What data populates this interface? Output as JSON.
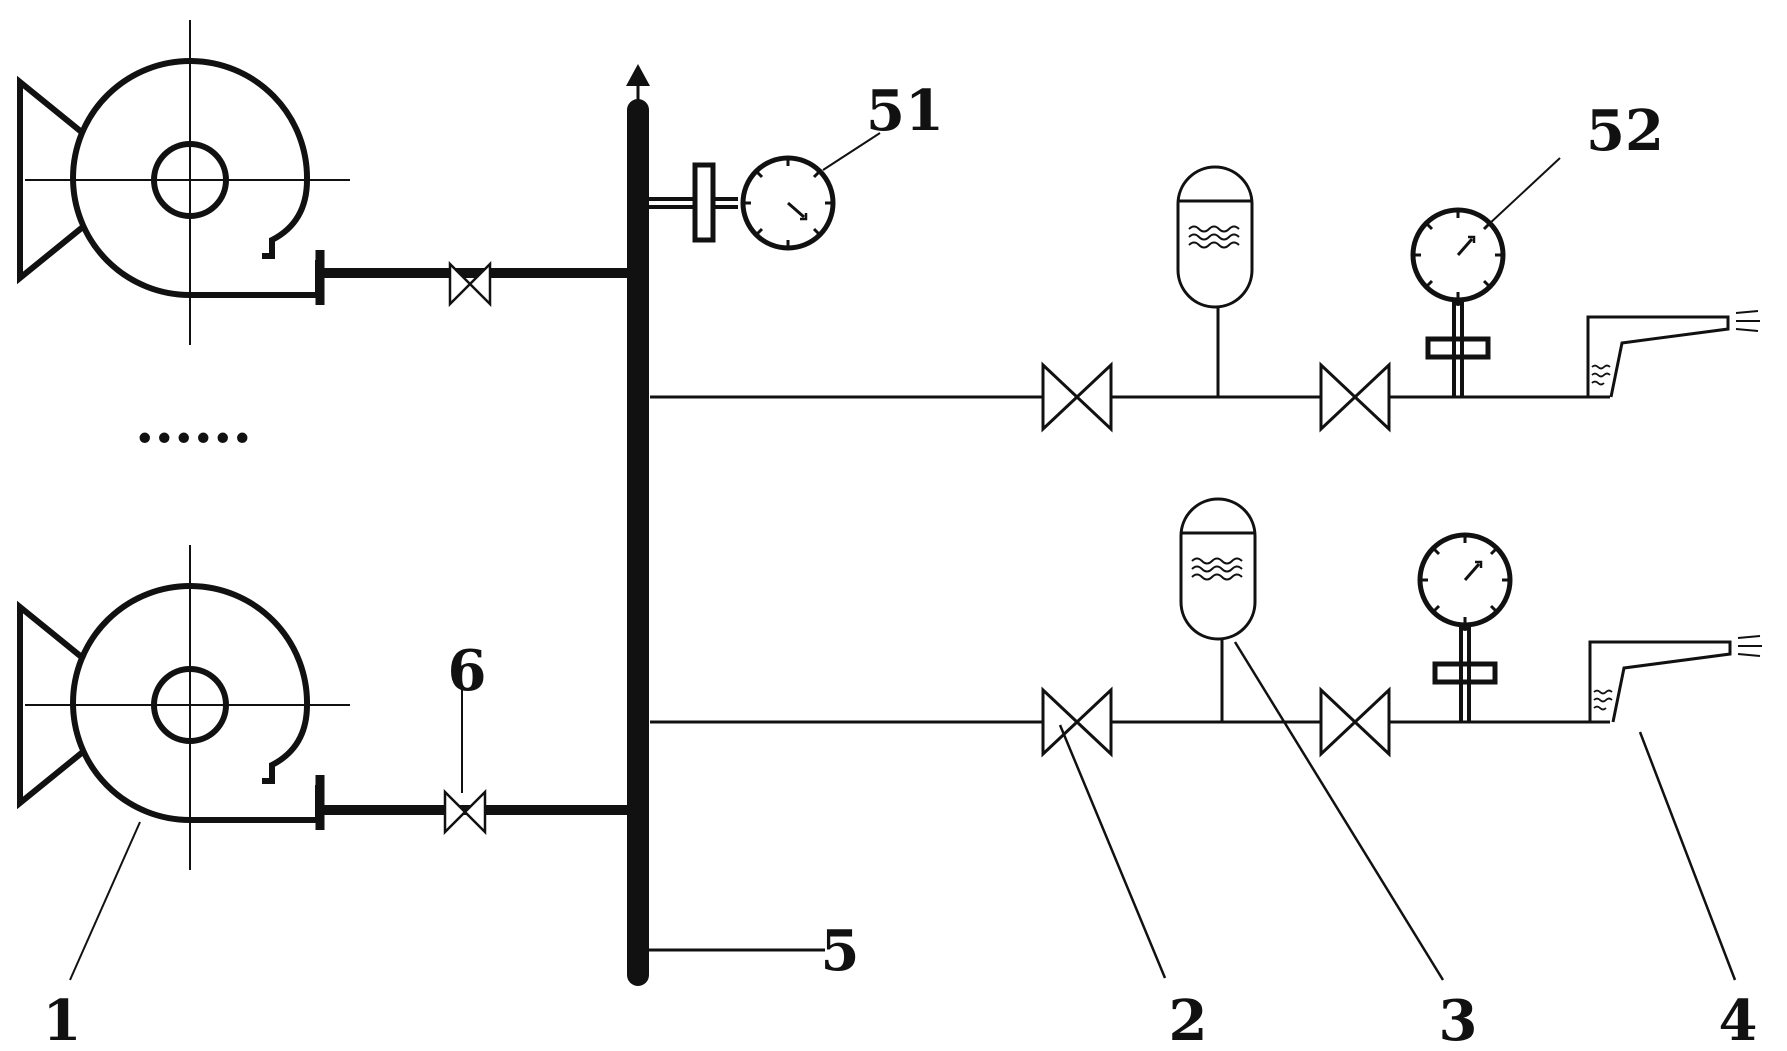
{
  "labels": {
    "blower": "1",
    "valve": "2",
    "tank": "3",
    "nozzle": "4",
    "header": "5",
    "blower_valve": "6",
    "main_gauge": "51",
    "branch_gauge": "52",
    "ellipsis": "......"
  },
  "colors": {
    "ink": "#111111",
    "background": "#ffffff"
  }
}
